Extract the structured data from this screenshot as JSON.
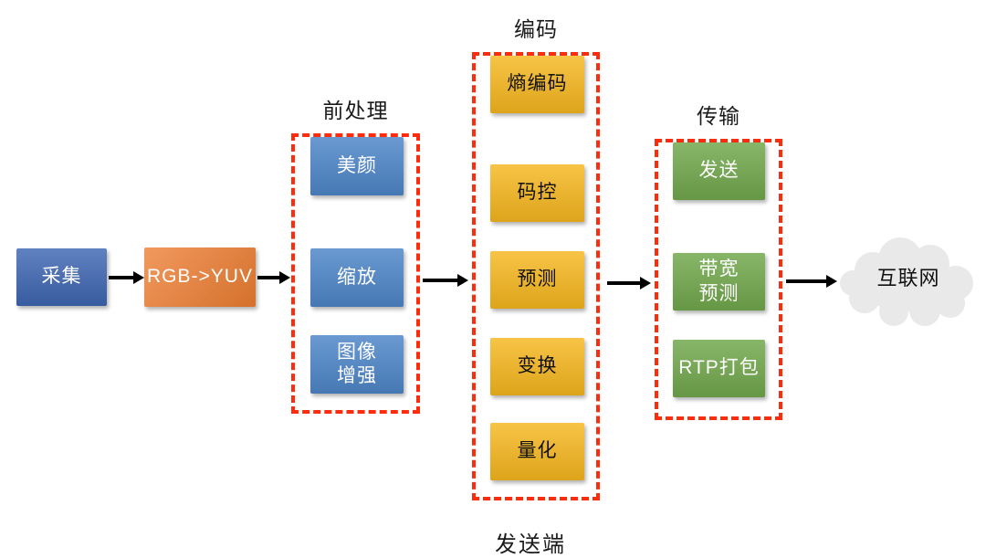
{
  "colors": {
    "capture_blue": "#3E66B2",
    "convert_orange": "#ED7D31",
    "preprocess_blue": "#4E86C8",
    "encode_gold": "#F6B71E",
    "transport_green": "#71A84C",
    "group_border_red": "#FF2B0D",
    "cloud_gray": "#E9E9E9",
    "arrow_black": "#000000"
  },
  "nodes": {
    "capture": {
      "label": "采集"
    },
    "rgb_to_yuv": {
      "label": "RGB->YUV"
    },
    "internet": {
      "label": "互联网"
    }
  },
  "groups": [
    {
      "id": "preprocess",
      "title": "前处理",
      "items": [
        "缩放",
        "图像\n增强",
        "美颜"
      ]
    },
    {
      "id": "encode",
      "title": "编码",
      "items": [
        "码控",
        "预测",
        "变换",
        "量化",
        "熵编码"
      ]
    },
    {
      "id": "transport",
      "title": "传输",
      "items": [
        "带宽\n预测",
        "RTP打包",
        "发送"
      ]
    }
  ],
  "footer_label": "发送端"
}
